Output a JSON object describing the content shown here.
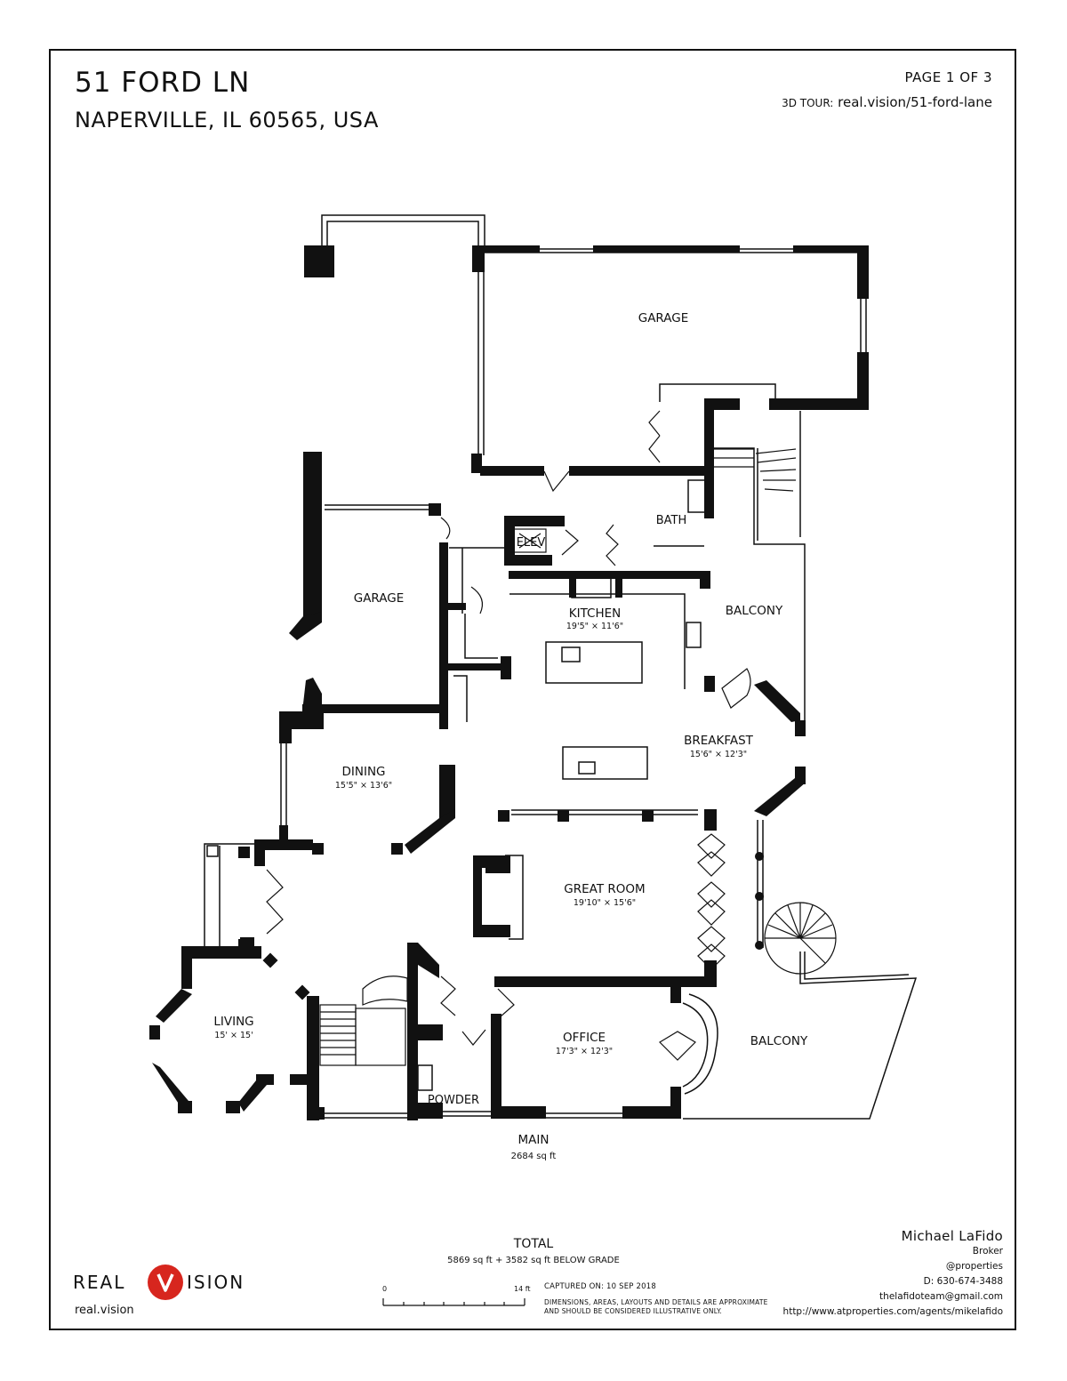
{
  "header": {
    "address_line1": "51 FORD LN",
    "address_line2": "NAPERVILLE, IL 60565, USA",
    "page_label": "PAGE 1 OF 3",
    "tour_label": "3D TOUR:",
    "tour_url": "real.vision/51-ford-lane"
  },
  "rooms": [
    {
      "name": "GARAGE",
      "dims": ""
    },
    {
      "name": "GARAGE",
      "dims": ""
    },
    {
      "name": "ELEV",
      "dims": ""
    },
    {
      "name": "BATH",
      "dims": ""
    },
    {
      "name": "KITCHEN",
      "dims": "19'5\" × 11'6\""
    },
    {
      "name": "BALCONY",
      "dims": ""
    },
    {
      "name": "BREAKFAST",
      "dims": "15'6\" × 12'3\""
    },
    {
      "name": "DINING",
      "dims": "15'5\" × 13'6\""
    },
    {
      "name": "GREAT ROOM",
      "dims": "19'10\" × 15'6\""
    },
    {
      "name": "LIVING",
      "dims": "15' × 15'"
    },
    {
      "name": "OFFICE",
      "dims": "17'3\" × 12'3\""
    },
    {
      "name": "BALCONY",
      "dims": ""
    },
    {
      "name": "POWDER",
      "dims": ""
    }
  ],
  "floor": {
    "name": "MAIN",
    "area": "2684 sq ft"
  },
  "total": {
    "label": "TOTAL",
    "value": "5869 sq ft + 3582 sq ft BELOW GRADE"
  },
  "scale": {
    "start": "0",
    "end": "14 ft"
  },
  "captured": "CAPTURED ON: 10 SEP 2018",
  "disclaimer": [
    "DIMENSIONS, AREAS, LAYOUTS AND DETAILS ARE APPROXIMATE",
    "AND SHOULD BE CONSIDERED ILLUSTRATIVE ONLY."
  ],
  "brand": {
    "left": "REAL",
    "right": "ISION",
    "site": "real.vision",
    "accent": "#d7261e"
  },
  "agent": {
    "name": "Michael LaFido",
    "title": "Broker",
    "company": "@properties",
    "phone": "D: 630-674-3488",
    "email": "thelafidoteam@gmail.com",
    "url": "http://www.atproperties.com/agents/mikelafido"
  }
}
